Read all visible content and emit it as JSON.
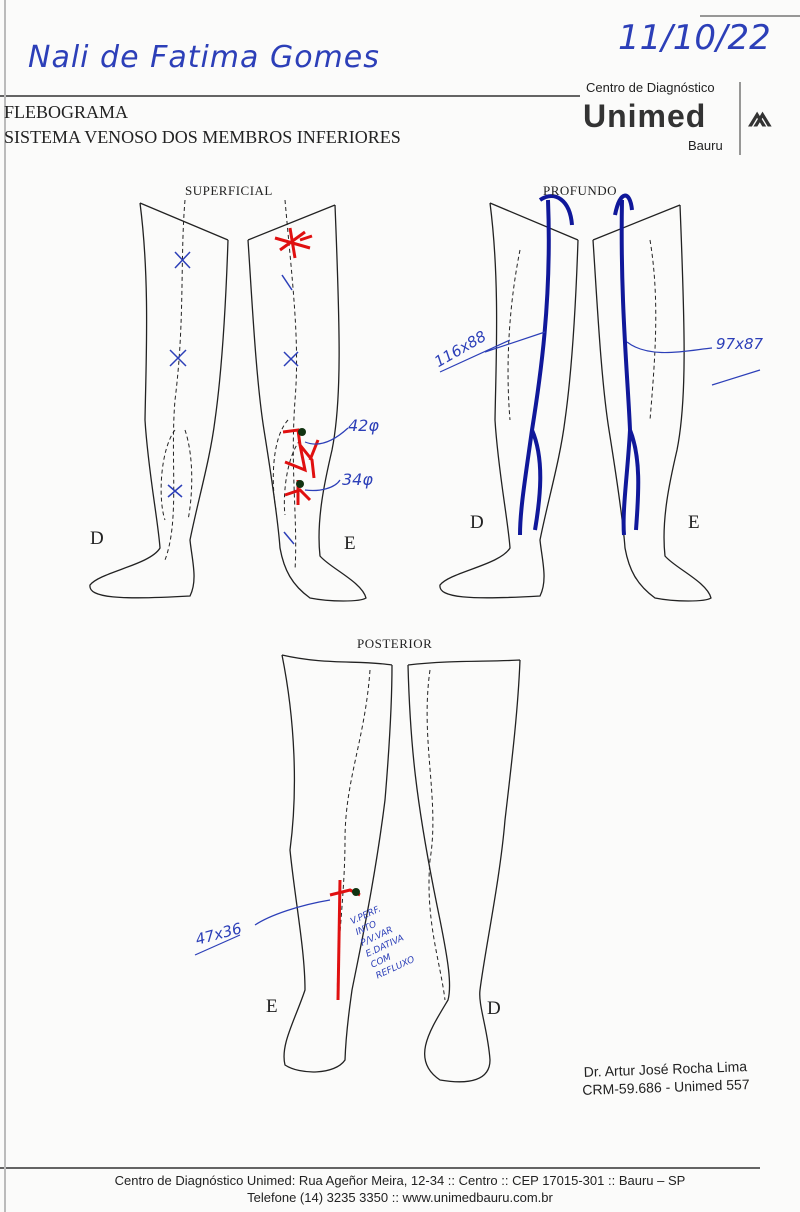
{
  "header": {
    "patient_name": "Nali de Fatima Gomes",
    "date": "11/10/22",
    "title": "FLEBOGRAMA",
    "subtitle": "SISTEMA VENOSO DOS MEMBROS INFERIORES",
    "logo": {
      "top": "Centro de Diagnóstico",
      "brand": "Unimed",
      "city": "Bauru"
    }
  },
  "diagrams": {
    "superficial": {
      "label": "SUPERFICIAL",
      "right": "D",
      "left": "E",
      "notes": [
        "42φ",
        "34φ"
      ]
    },
    "profundo": {
      "label": "PROFUNDO",
      "right": "D",
      "left": "E",
      "notes": [
        "116x88",
        "97x87"
      ]
    },
    "posterior": {
      "label": "POSTERIOR",
      "left": "E",
      "right": "D",
      "notes": [
        "47x36"
      ],
      "comment": [
        "V.PERF.",
        "INTO",
        "P/V.VAR",
        "E.DATIVA",
        "COM",
        "REFLUXO"
      ]
    }
  },
  "signature": {
    "doctor": "Dr. Artur José Rocha Lima",
    "crm": "CRM-59.686 - Unimed 557"
  },
  "footer": {
    "line1": "Centro de Diagnóstico Unimed: Rua Ageñor Meira, 12-34 :: Centro :: CEP 17015-301 :: Bauru – SP",
    "line2": "Telefone (14) 3235 3350 :: www.unimedbauru.com.br"
  },
  "colors": {
    "ink": "#2c3fb8",
    "deep": "#10189a",
    "red": "#e01010"
  }
}
